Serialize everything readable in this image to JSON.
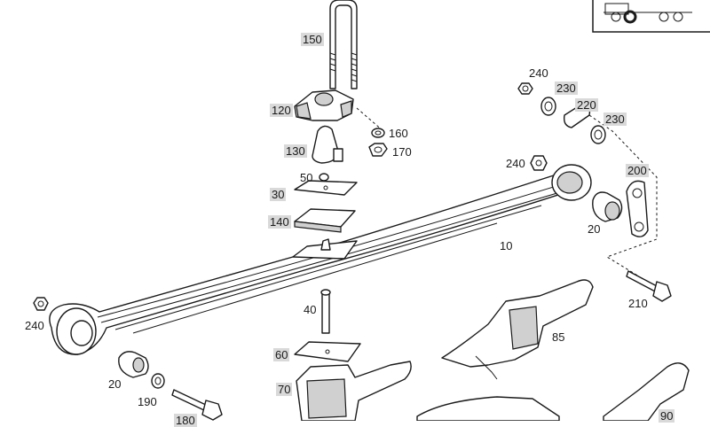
{
  "callouts": {
    "p150": "150",
    "p120": "120",
    "p160": "160",
    "p170": "170",
    "p130": "130",
    "p50": "50",
    "p30": "30",
    "p140": "140",
    "p10": "10",
    "p240_top": "240",
    "p230_a": "230",
    "p220": "220",
    "p230_b": "230",
    "p240_mid": "240",
    "p200": "200",
    "p20_right": "20",
    "p210": "210",
    "p240_left": "240",
    "p40": "40",
    "p85": "85",
    "p60": "60",
    "p20_left": "20",
    "p190": "190",
    "p180": "180",
    "p70": "70",
    "p90": "90"
  },
  "thumbnail": {
    "icon": "truck-chassis-icon"
  },
  "colors": {
    "line": "#1a1a1a",
    "label_bg": "#d9d9d9",
    "shade": "#d0d0d0"
  }
}
